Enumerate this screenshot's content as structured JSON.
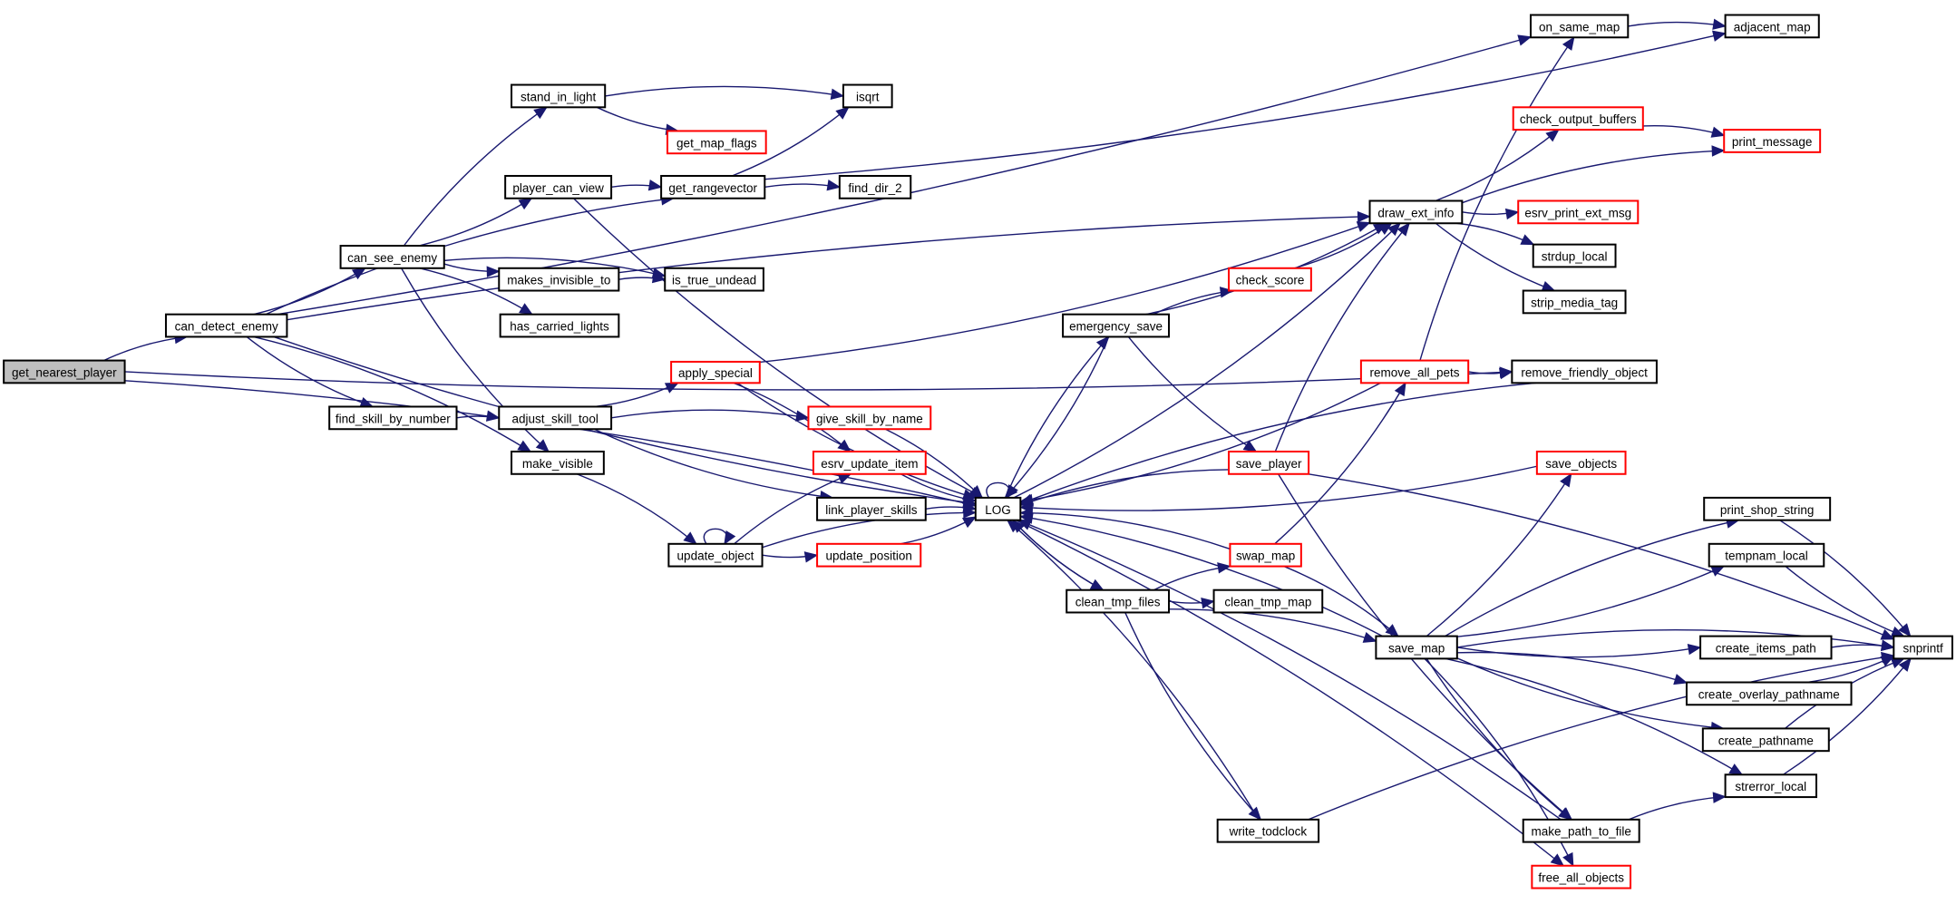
{
  "diagram": {
    "type": "call-graph",
    "root": "get_nearest_player",
    "colors": {
      "edge": "#191970",
      "node_border": "#000000",
      "truncated_border": "#ff0000",
      "root_fill": "#bfbfbf",
      "node_fill": "#ffffff"
    },
    "nodes": [
      {
        "id": "get_nearest_player",
        "label": "get_nearest_player",
        "kind": "root"
      },
      {
        "id": "can_detect_enemy",
        "label": "can_detect_enemy",
        "kind": "normal"
      },
      {
        "id": "can_see_enemy",
        "label": "can_see_enemy",
        "kind": "normal"
      },
      {
        "id": "stand_in_light",
        "label": "stand_in_light",
        "kind": "normal"
      },
      {
        "id": "player_can_view",
        "label": "player_can_view",
        "kind": "normal"
      },
      {
        "id": "makes_invisible_to",
        "label": "makes_invisible_to",
        "kind": "normal"
      },
      {
        "id": "has_carried_lights",
        "label": "has_carried_lights",
        "kind": "normal"
      },
      {
        "id": "find_skill_by_number",
        "label": "find_skill_by_number",
        "kind": "normal"
      },
      {
        "id": "make_visible",
        "label": "make_visible",
        "kind": "normal"
      },
      {
        "id": "adjust_skill_tool",
        "label": "adjust_skill_tool",
        "kind": "normal"
      },
      {
        "id": "isqrt",
        "label": "isqrt",
        "kind": "normal"
      },
      {
        "id": "get_map_flags",
        "label": "get_map_flags",
        "kind": "truncated"
      },
      {
        "id": "get_rangevector",
        "label": "get_rangevector",
        "kind": "normal"
      },
      {
        "id": "find_dir_2",
        "label": "find_dir_2",
        "kind": "normal"
      },
      {
        "id": "is_true_undead",
        "label": "is_true_undead",
        "kind": "normal"
      },
      {
        "id": "apply_special",
        "label": "apply_special",
        "kind": "truncated"
      },
      {
        "id": "give_skill_by_name",
        "label": "give_skill_by_name",
        "kind": "truncated"
      },
      {
        "id": "esrv_update_item",
        "label": "esrv_update_item",
        "kind": "truncated"
      },
      {
        "id": "link_player_skills",
        "label": "link_player_skills",
        "kind": "normal"
      },
      {
        "id": "update_object",
        "label": "update_object",
        "kind": "normal"
      },
      {
        "id": "update_position",
        "label": "update_position",
        "kind": "truncated"
      },
      {
        "id": "LOG",
        "label": "LOG",
        "kind": "normal"
      },
      {
        "id": "on_same_map",
        "label": "on_same_map",
        "kind": "normal"
      },
      {
        "id": "adjacent_map",
        "label": "adjacent_map",
        "kind": "normal"
      },
      {
        "id": "draw_ext_info",
        "label": "draw_ext_info",
        "kind": "normal"
      },
      {
        "id": "check_output_buffers",
        "label": "check_output_buffers",
        "kind": "truncated"
      },
      {
        "id": "print_message",
        "label": "print_message",
        "kind": "truncated"
      },
      {
        "id": "esrv_print_ext_msg",
        "label": "esrv_print_ext_msg",
        "kind": "truncated"
      },
      {
        "id": "strdup_local",
        "label": "strdup_local",
        "kind": "normal"
      },
      {
        "id": "strip_media_tag",
        "label": "strip_media_tag",
        "kind": "normal"
      },
      {
        "id": "check_score",
        "label": "check_score",
        "kind": "truncated"
      },
      {
        "id": "emergency_save",
        "label": "emergency_save",
        "kind": "normal"
      },
      {
        "id": "remove_all_pets",
        "label": "remove_all_pets",
        "kind": "truncated"
      },
      {
        "id": "remove_friendly_object",
        "label": "remove_friendly_object",
        "kind": "normal"
      },
      {
        "id": "save_player",
        "label": "save_player",
        "kind": "truncated"
      },
      {
        "id": "save_objects",
        "label": "save_objects",
        "kind": "truncated"
      },
      {
        "id": "swap_map",
        "label": "swap_map",
        "kind": "truncated"
      },
      {
        "id": "clean_tmp_files",
        "label": "clean_tmp_files",
        "kind": "normal"
      },
      {
        "id": "clean_tmp_map",
        "label": "clean_tmp_map",
        "kind": "normal"
      },
      {
        "id": "save_map",
        "label": "save_map",
        "kind": "normal"
      },
      {
        "id": "print_shop_string",
        "label": "print_shop_string",
        "kind": "normal"
      },
      {
        "id": "tempnam_local",
        "label": "tempnam_local",
        "kind": "normal"
      },
      {
        "id": "create_items_path",
        "label": "create_items_path",
        "kind": "normal"
      },
      {
        "id": "create_overlay_pathname",
        "label": "create_overlay_pathname",
        "kind": "normal"
      },
      {
        "id": "create_pathname",
        "label": "create_pathname",
        "kind": "normal"
      },
      {
        "id": "strerror_local",
        "label": "strerror_local",
        "kind": "normal"
      },
      {
        "id": "snprintf",
        "label": "snprintf",
        "kind": "normal"
      },
      {
        "id": "write_todclock",
        "label": "write_todclock",
        "kind": "normal"
      },
      {
        "id": "make_path_to_file",
        "label": "make_path_to_file",
        "kind": "normal"
      },
      {
        "id": "free_all_objects",
        "label": "free_all_objects",
        "kind": "truncated"
      }
    ],
    "edges": [
      [
        "get_nearest_player",
        "can_detect_enemy"
      ],
      [
        "get_nearest_player",
        "remove_friendly_object"
      ],
      [
        "get_nearest_player",
        "LOG"
      ],
      [
        "can_detect_enemy",
        "can_see_enemy"
      ],
      [
        "can_detect_enemy",
        "get_rangevector"
      ],
      [
        "can_detect_enemy",
        "on_same_map"
      ],
      [
        "can_detect_enemy",
        "draw_ext_info"
      ],
      [
        "can_detect_enemy",
        "find_skill_by_number"
      ],
      [
        "can_detect_enemy",
        "make_visible"
      ],
      [
        "can_detect_enemy",
        "LOG"
      ],
      [
        "can_see_enemy",
        "stand_in_light"
      ],
      [
        "can_see_enemy",
        "player_can_view"
      ],
      [
        "can_see_enemy",
        "is_true_undead"
      ],
      [
        "can_see_enemy",
        "makes_invisible_to"
      ],
      [
        "can_see_enemy",
        "has_carried_lights"
      ],
      [
        "can_see_enemy",
        "make_visible"
      ],
      [
        "stand_in_light",
        "isqrt"
      ],
      [
        "stand_in_light",
        "get_map_flags"
      ],
      [
        "player_can_view",
        "get_rangevector"
      ],
      [
        "player_can_view",
        "LOG"
      ],
      [
        "makes_invisible_to",
        "is_true_undead"
      ],
      [
        "get_rangevector",
        "isqrt"
      ],
      [
        "get_rangevector",
        "find_dir_2"
      ],
      [
        "get_rangevector",
        "adjacent_map"
      ],
      [
        "find_skill_by_number",
        "adjust_skill_tool"
      ],
      [
        "adjust_skill_tool",
        "apply_special"
      ],
      [
        "adjust_skill_tool",
        "give_skill_by_name"
      ],
      [
        "adjust_skill_tool",
        "link_player_skills"
      ],
      [
        "make_visible",
        "update_object"
      ],
      [
        "apply_special",
        "draw_ext_info"
      ],
      [
        "apply_special",
        "esrv_update_item"
      ],
      [
        "apply_special",
        "LOG"
      ],
      [
        "give_skill_by_name",
        "LOG"
      ],
      [
        "esrv_update_item",
        "LOG"
      ],
      [
        "link_player_skills",
        "LOG"
      ],
      [
        "update_object",
        "update_object"
      ],
      [
        "update_object",
        "esrv_update_item"
      ],
      [
        "update_object",
        "update_position"
      ],
      [
        "update_object",
        "LOG"
      ],
      [
        "update_position",
        "LOG"
      ],
      [
        "LOG",
        "LOG"
      ],
      [
        "LOG",
        "draw_ext_info"
      ],
      [
        "LOG",
        "emergency_save"
      ],
      [
        "LOG",
        "clean_tmp_files"
      ],
      [
        "on_same_map",
        "adjacent_map"
      ],
      [
        "draw_ext_info",
        "check_output_buffers"
      ],
      [
        "draw_ext_info",
        "print_message"
      ],
      [
        "draw_ext_info",
        "esrv_print_ext_msg"
      ],
      [
        "draw_ext_info",
        "strdup_local"
      ],
      [
        "draw_ext_info",
        "strip_media_tag"
      ],
      [
        "check_output_buffers",
        "print_message"
      ],
      [
        "emergency_save",
        "draw_ext_info"
      ],
      [
        "emergency_save",
        "check_score"
      ],
      [
        "emergency_save",
        "save_player"
      ],
      [
        "emergency_save",
        "LOG"
      ],
      [
        "check_score",
        "draw_ext_info"
      ],
      [
        "remove_all_pets",
        "on_same_map"
      ],
      [
        "remove_all_pets",
        "remove_friendly_object"
      ],
      [
        "remove_all_pets",
        "LOG"
      ],
      [
        "remove_friendly_object",
        "LOG"
      ],
      [
        "save_player",
        "draw_ext_info"
      ],
      [
        "save_player",
        "LOG"
      ],
      [
        "save_player",
        "snprintf"
      ],
      [
        "save_player",
        "make_path_to_file"
      ],
      [
        "save_objects",
        "LOG"
      ],
      [
        "swap_map",
        "remove_all_pets"
      ],
      [
        "swap_map",
        "save_map"
      ],
      [
        "swap_map",
        "LOG"
      ],
      [
        "clean_tmp_files",
        "swap_map"
      ],
      [
        "clean_tmp_files",
        "clean_tmp_map"
      ],
      [
        "clean_tmp_files",
        "save_map"
      ],
      [
        "clean_tmp_files",
        "write_todclock"
      ],
      [
        "clean_tmp_files",
        "LOG"
      ],
      [
        "save_map",
        "save_objects"
      ],
      [
        "save_map",
        "print_shop_string"
      ],
      [
        "save_map",
        "tempnam_local"
      ],
      [
        "save_map",
        "snprintf"
      ],
      [
        "save_map",
        "create_items_path"
      ],
      [
        "save_map",
        "create_overlay_pathname"
      ],
      [
        "save_map",
        "create_pathname"
      ],
      [
        "save_map",
        "strerror_local"
      ],
      [
        "save_map",
        "make_path_to_file"
      ],
      [
        "save_map",
        "free_all_objects"
      ],
      [
        "save_map",
        "LOG"
      ],
      [
        "print_shop_string",
        "snprintf"
      ],
      [
        "tempnam_local",
        "snprintf"
      ],
      [
        "create_items_path",
        "snprintf"
      ],
      [
        "create_overlay_pathname",
        "snprintf"
      ],
      [
        "create_pathname",
        "snprintf"
      ],
      [
        "strerror_local",
        "snprintf"
      ],
      [
        "make_path_to_file",
        "strerror_local"
      ],
      [
        "make_path_to_file",
        "LOG"
      ],
      [
        "write_todclock",
        "snprintf"
      ],
      [
        "write_todclock",
        "LOG"
      ],
      [
        "LOG",
        "free_all_objects"
      ]
    ]
  }
}
